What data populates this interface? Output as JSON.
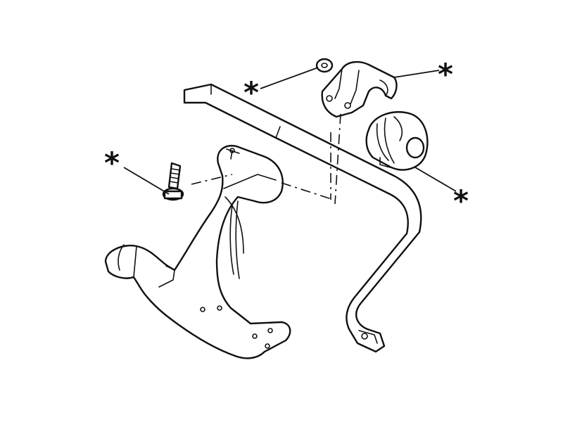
{
  "diagram": {
    "parts": [
      {
        "id": "stabilizer-bar",
        "icon": "stabilizer-bar"
      },
      {
        "id": "bushing-clamp",
        "icon": "bracket-clamp"
      },
      {
        "id": "bushing",
        "icon": "rubber-bushing"
      },
      {
        "id": "washer",
        "icon": "washer"
      },
      {
        "id": "bolt",
        "icon": "bolt"
      },
      {
        "id": "lower-control-arm",
        "icon": "control-arm"
      }
    ],
    "callouts": [
      {
        "id": "clamp",
        "label": "*"
      },
      {
        "id": "washer",
        "label": "*"
      },
      {
        "id": "bolt",
        "label": "*"
      },
      {
        "id": "bushing",
        "label": "*"
      }
    ],
    "colors": {
      "line": "#111111",
      "background": "#ffffff"
    }
  }
}
